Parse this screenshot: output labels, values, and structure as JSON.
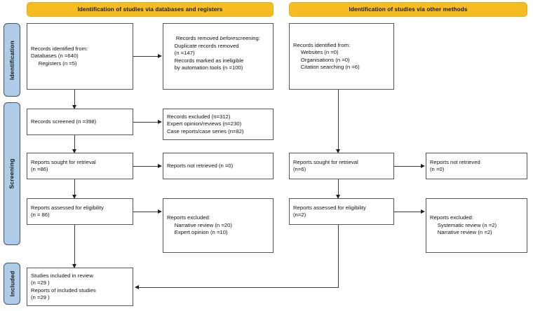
{
  "diagram": {
    "type": "PRISMA 2020 flow diagram",
    "banners": [
      {
        "id": "databases",
        "label": "Identification of studies via databases and registers"
      },
      {
        "id": "other",
        "label": "Identification of studies via other methods"
      }
    ],
    "stages": [
      {
        "id": "identification",
        "label": "Identification"
      },
      {
        "id": "screening",
        "label": "Screening"
      },
      {
        "id": "included",
        "label": "Included"
      }
    ],
    "boxes": {
      "records_identified": "Records identified from:\nDatabases (n =640)\n     Registers (n =5)",
      "records_removed_line1": "Records removed ",
      "records_removed_italic": "before",
      "records_removed_line2": "screening:\n     Duplicate records removed\n     (n =147)\n     Records marked as ineligible\n     by automation tools (n =100)",
      "records_screened": "Records screened (n =398)",
      "records_excluded": "Records excluded (n=312)\nExpert opinion/reviews (n=230)\nCase reports/case series (n=82)",
      "reports_sought_left": "Reports sought for retrieval\n(n =86)",
      "reports_not_retrieved_left": "Reports not retrieved (n =0)",
      "reports_assessed_left": "Reports assessed for eligibility\n(n = 86)",
      "reports_excluded_left": "Reports excluded:\n     Narrative review (n =20)\n     Expert opinion (n =10)",
      "studies_included": "Studies included in review\n(n =29 )\nReports of included studies\n(n =29 )",
      "records_identified_other": "Records identified from:\n     Websites (n =0)\n     Organisations (n =0)\n     Citation searching (n =6)",
      "reports_sought_right": "Reports sought for retrieval\n(n=6)",
      "reports_not_retrieved_right": "Reports not retrieved\n(n =0)",
      "reports_assessed_right": "Reports assessed for eligibility\n(n=2)",
      "reports_excluded_right": "Reports excluded:\n     Systematic review (n =2)\n     Narrative review (n =2)"
    },
    "colors": {
      "banner": "#f5bd21",
      "stage_tab": "#aecbe8",
      "box_border": "#555555",
      "connector": "#3a3a3a",
      "background": "#ffffff"
    }
  }
}
